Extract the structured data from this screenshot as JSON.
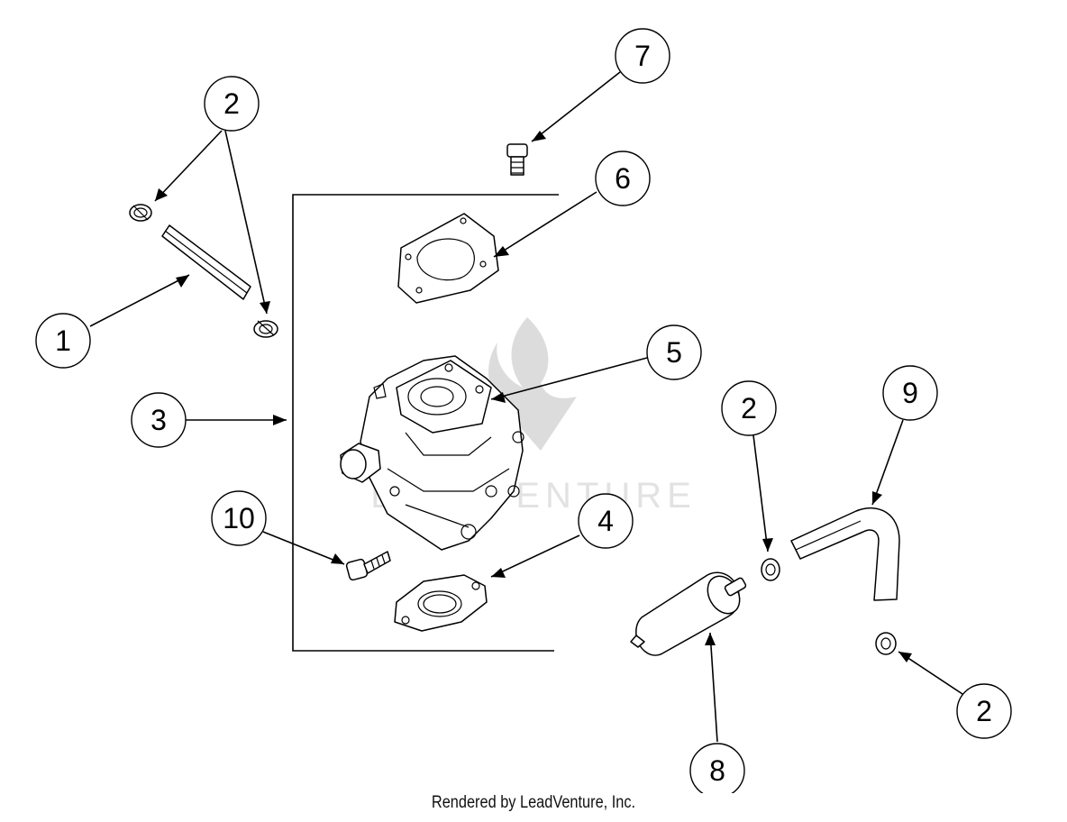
{
  "callouts": [
    {
      "id": "c1",
      "label": "1"
    },
    {
      "id": "c2a",
      "label": "2"
    },
    {
      "id": "c3",
      "label": "3"
    },
    {
      "id": "c4",
      "label": "4"
    },
    {
      "id": "c5",
      "label": "5"
    },
    {
      "id": "c6",
      "label": "6"
    },
    {
      "id": "c7",
      "label": "7"
    },
    {
      "id": "c2b",
      "label": "2"
    },
    {
      "id": "c9",
      "label": "9"
    },
    {
      "id": "c10",
      "label": "10"
    },
    {
      "id": "c8",
      "label": "8"
    },
    {
      "id": "c2c",
      "label": "2"
    }
  ],
  "watermark": {
    "text": "LEADVENTURE"
  },
  "footer": {
    "credit": "Rendered by LeadVenture, Inc."
  }
}
